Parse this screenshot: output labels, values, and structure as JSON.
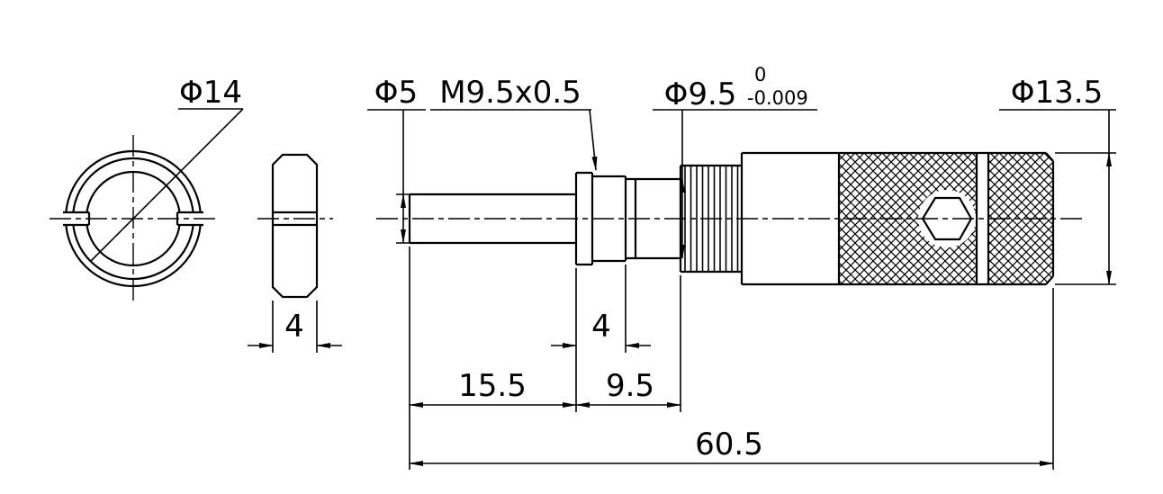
{
  "drawing": {
    "background": "#ffffff",
    "line_color": "#000000",
    "views": {
      "ring_front": {
        "diameter_label": "Φ14"
      },
      "nut_side": {
        "thickness_label": "4"
      },
      "assembly": {
        "spindle_diameter_label": "Φ5",
        "thread_label": "M9.5x0.5",
        "collar_diameter_label": "Φ9.5",
        "collar_tolerance_upper": "0",
        "collar_tolerance_lower": "-0.009",
        "body_diameter_label": "Φ13.5",
        "thread_length_label": "4",
        "spindle_length_label": "15.5",
        "thread_section_length_label": "9.5",
        "overall_length_label": "60.5"
      }
    }
  }
}
